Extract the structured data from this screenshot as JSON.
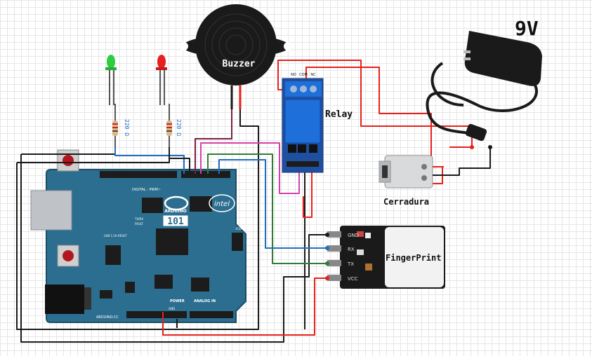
{
  "labels": {
    "buzzer": "Buzzer",
    "relay": "Relay",
    "lock": "Cerradura",
    "power_supply": "9V",
    "fingerprint": "FingerPrint"
  },
  "resistors": {
    "left_value": "220 Ω",
    "right_value": "220 Ω"
  },
  "relay_terminals": [
    "NO",
    "COM",
    "NC"
  ],
  "fingerprint_pins": [
    "GND",
    "RX",
    "TX",
    "VCC"
  ],
  "arduino": {
    "brand": "ARDUINO",
    "model": "101",
    "intel": "intel",
    "digital_label": "DIGITAL - PWM~",
    "analog_label": "ANALOG IN",
    "power_label": "POWER",
    "footer": "ARDUINO.CC",
    "gnd_label": "GND",
    "tx_rx": "TX/RX",
    "fault": "FAULT",
    "tcsp": "ICSP",
    "usb_label": "USB 1.5A\nRESET"
  },
  "colors": {
    "board": "#2c6e8f",
    "wire_red": "#e8201a",
    "wire_black": "#1a1a1a",
    "wire_blue": "#1f6fbf",
    "wire_green": "#2e7d32",
    "wire_magenta": "#d63fa8",
    "wire_darkred": "#7a1f3d",
    "relay_blue": "#1e6fd9"
  }
}
